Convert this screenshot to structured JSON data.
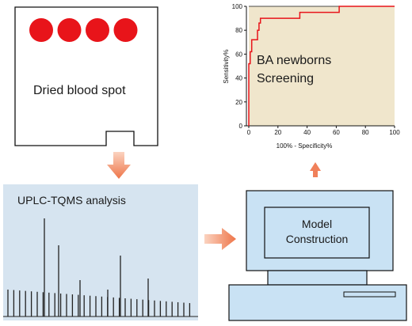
{
  "dried_blood_spot": {
    "label": "Dried blood spot",
    "spot_count": 4,
    "spot_color": "#e8141a"
  },
  "uplc": {
    "label": "UPLC-TQMS analysis",
    "panel_color": "#d6e4f0"
  },
  "model": {
    "line1": "Model",
    "line2": "Construction",
    "screen_color": "#c9e2f4"
  },
  "roc": {
    "text_line1": "BA newborns",
    "text_line2": "Screening",
    "fill_color": "#f0e6cc",
    "curve_color": "#e8141a"
  },
  "arrows": {
    "color": "#f0805a"
  },
  "chart_data": {
    "type": "line",
    "xlabel": "100% - Specificity%",
    "ylabel": "Sensitivity%",
    "xlim": [
      0,
      100
    ],
    "ylim": [
      0,
      100
    ],
    "xticks": [
      0,
      20,
      40,
      60,
      80,
      100
    ],
    "yticks": [
      0,
      20,
      40,
      60,
      80,
      100
    ],
    "series": [
      {
        "points": [
          [
            0,
            0
          ],
          [
            0,
            52
          ],
          [
            1,
            52
          ],
          [
            1,
            62
          ],
          [
            2,
            62
          ],
          [
            2,
            72
          ],
          [
            6,
            72
          ],
          [
            6,
            80
          ],
          [
            7,
            80
          ],
          [
            7,
            86
          ],
          [
            8,
            86
          ],
          [
            8,
            90
          ],
          [
            35,
            90
          ],
          [
            35,
            95
          ],
          [
            62,
            95
          ],
          [
            62,
            100
          ],
          [
            100,
            100
          ]
        ]
      }
    ]
  }
}
